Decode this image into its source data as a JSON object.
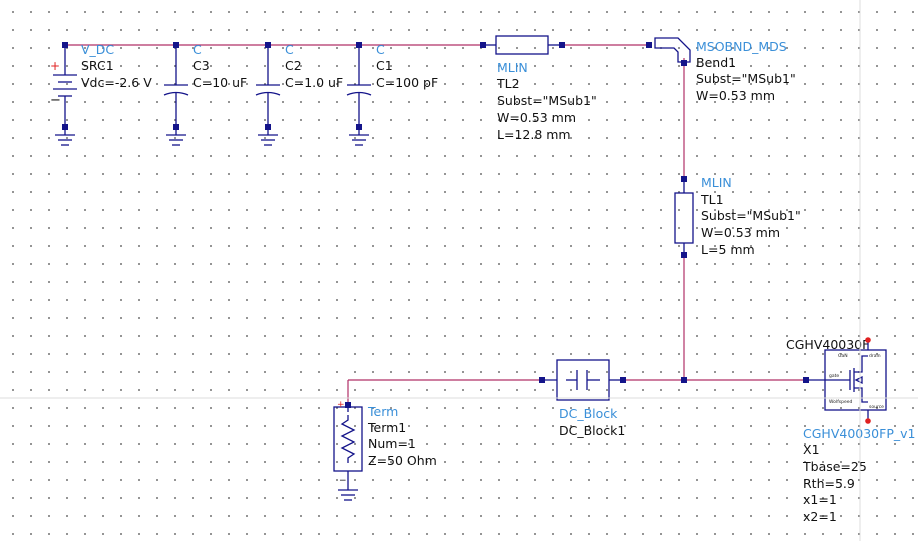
{
  "colors": {
    "wire": "#b03068",
    "symbol": "#14148a",
    "component_type_label": "#3a8fd8",
    "parameter_text": "#111111",
    "grid_dot": "#7a7a7a",
    "marker": "#e02020"
  },
  "components": {
    "src1": {
      "type": "V_DC",
      "name": "SRC1",
      "params": [
        "Vdc=-2.6 V"
      ],
      "polarity_plus": "+",
      "polarity_minus": "−"
    },
    "c3": {
      "type": "C",
      "name": "C3",
      "params": [
        "C=10 uF"
      ]
    },
    "c2": {
      "type": "C",
      "name": "C2",
      "params": [
        "C=1.0 uF"
      ]
    },
    "c1": {
      "type": "C",
      "name": "C1",
      "params": [
        "C=100 pF"
      ]
    },
    "tl2": {
      "type": "MLIN",
      "name": "TL2",
      "params": [
        "Subst=\"MSub1\"",
        "W=0.53 mm",
        "L=12.8 mm"
      ]
    },
    "bend1": {
      "type": "MSOBND_MDS",
      "name": "Bend1",
      "params": [
        "Subst=\"MSub1\"",
        "W=0.53 mm"
      ]
    },
    "tl1": {
      "type": "MLIN",
      "name": "TL1",
      "params": [
        "Subst=\"MSub1\"",
        "W=0.53 mm",
        "L=5 mm"
      ]
    },
    "term1": {
      "type": "Term",
      "name": "Term1",
      "params": [
        "Num=1",
        "Z=50 Ohm"
      ],
      "polarity_plus": "+",
      "polarity_minus": "−"
    },
    "dc_block1": {
      "type": "DC_Block",
      "name": "DC_Block1",
      "params": []
    },
    "x1": {
      "type": "CGHV40030FP_v1",
      "box_title": "CGHV40030F",
      "name": "X1",
      "params": [
        "Tbase=25",
        "Rth=5.9",
        "x1=1",
        "x2=1"
      ],
      "pin_labels": {
        "gan": "GaN",
        "drain": "drain",
        "gate": "gate",
        "source": "source",
        "vendor": "Wolfspeed"
      }
    }
  }
}
